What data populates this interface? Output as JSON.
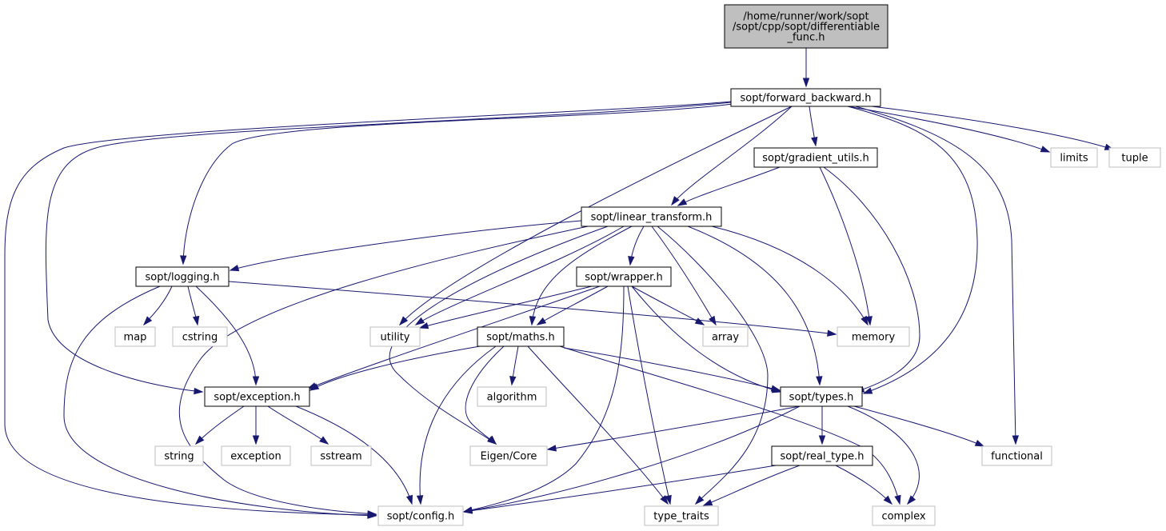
{
  "nodes": [
    {
      "id": "root",
      "label": "/home/runner/work/sopt\n/sopt/cpp/sopt/differentiable\n_func.h",
      "style": "root"
    },
    {
      "id": "fb",
      "label": "sopt/forward_backward.h",
      "style": "documented"
    },
    {
      "id": "gu",
      "label": "sopt/gradient_utils.h",
      "style": "documented"
    },
    {
      "id": "limits",
      "label": "limits",
      "style": "external"
    },
    {
      "id": "tuple",
      "label": "tuple",
      "style": "external"
    },
    {
      "id": "lt",
      "label": "sopt/linear_transform.h",
      "style": "documented"
    },
    {
      "id": "log",
      "label": "sopt/logging.h",
      "style": "documented"
    },
    {
      "id": "wrap",
      "label": "sopt/wrapper.h",
      "style": "documented"
    },
    {
      "id": "map",
      "label": "map",
      "style": "external"
    },
    {
      "id": "cstring",
      "label": "cstring",
      "style": "external"
    },
    {
      "id": "utility",
      "label": "utility",
      "style": "external"
    },
    {
      "id": "maths",
      "label": "sopt/maths.h",
      "style": "documented"
    },
    {
      "id": "array",
      "label": "array",
      "style": "external"
    },
    {
      "id": "memory",
      "label": "memory",
      "style": "external"
    },
    {
      "id": "exc",
      "label": "sopt/exception.h",
      "style": "documented"
    },
    {
      "id": "algorithm",
      "label": "algorithm",
      "style": "external"
    },
    {
      "id": "types",
      "label": "sopt/types.h",
      "style": "documented"
    },
    {
      "id": "string",
      "label": "string",
      "style": "external"
    },
    {
      "id": "exception",
      "label": "exception",
      "style": "external"
    },
    {
      "id": "sstream",
      "label": "sstream",
      "style": "external"
    },
    {
      "id": "eigen",
      "label": "Eigen/Core",
      "style": "external"
    },
    {
      "id": "rt",
      "label": "sopt/real_type.h",
      "style": "documented"
    },
    {
      "id": "functional",
      "label": "functional",
      "style": "external"
    },
    {
      "id": "config",
      "label": "sopt/config.h",
      "style": "external"
    },
    {
      "id": "tt",
      "label": "type_traits",
      "style": "external"
    },
    {
      "id": "complex",
      "label": "complex",
      "style": "external"
    }
  ],
  "edges": [
    [
      "root",
      "fb"
    ],
    [
      "fb",
      "gu"
    ],
    [
      "fb",
      "limits"
    ],
    [
      "fb",
      "tuple"
    ],
    [
      "fb",
      "lt"
    ],
    [
      "fb",
      "log"
    ],
    [
      "fb",
      "utility"
    ],
    [
      "fb",
      "types"
    ],
    [
      "fb",
      "exc"
    ],
    [
      "fb",
      "config"
    ],
    [
      "fb",
      "functional"
    ],
    [
      "gu",
      "lt"
    ],
    [
      "gu",
      "memory"
    ],
    [
      "gu",
      "types"
    ],
    [
      "lt",
      "log"
    ],
    [
      "lt",
      "wrap"
    ],
    [
      "lt",
      "utility"
    ],
    [
      "lt",
      "maths"
    ],
    [
      "lt",
      "array"
    ],
    [
      "lt",
      "memory"
    ],
    [
      "lt",
      "types"
    ],
    [
      "lt",
      "eigen"
    ],
    [
      "lt",
      "config"
    ],
    [
      "lt",
      "tt"
    ],
    [
      "log",
      "map"
    ],
    [
      "log",
      "cstring"
    ],
    [
      "log",
      "exc"
    ],
    [
      "log",
      "memory"
    ],
    [
      "log",
      "config"
    ],
    [
      "wrap",
      "utility"
    ],
    [
      "wrap",
      "array"
    ],
    [
      "wrap",
      "maths"
    ],
    [
      "wrap",
      "exc"
    ],
    [
      "wrap",
      "types"
    ],
    [
      "wrap",
      "config"
    ],
    [
      "wrap",
      "tt"
    ],
    [
      "maths",
      "exc"
    ],
    [
      "maths",
      "algorithm"
    ],
    [
      "maths",
      "types"
    ],
    [
      "maths",
      "eigen"
    ],
    [
      "maths",
      "config"
    ],
    [
      "maths",
      "tt"
    ],
    [
      "maths",
      "complex"
    ],
    [
      "exc",
      "string"
    ],
    [
      "exc",
      "exception"
    ],
    [
      "exc",
      "sstream"
    ],
    [
      "exc",
      "config"
    ],
    [
      "types",
      "eigen"
    ],
    [
      "types",
      "rt"
    ],
    [
      "types",
      "functional"
    ],
    [
      "types",
      "complex"
    ],
    [
      "types",
      "config"
    ],
    [
      "rt",
      "config"
    ],
    [
      "rt",
      "tt"
    ],
    [
      "rt",
      "complex"
    ]
  ],
  "colors": {
    "edge": "#191970",
    "root_fill": "#bfbfbf",
    "root_stroke": "#000000",
    "documented_fill": "#ffffff",
    "documented_stroke": "#000000",
    "external_fill": "#ffffff",
    "external_stroke": "#bfbfbf"
  }
}
